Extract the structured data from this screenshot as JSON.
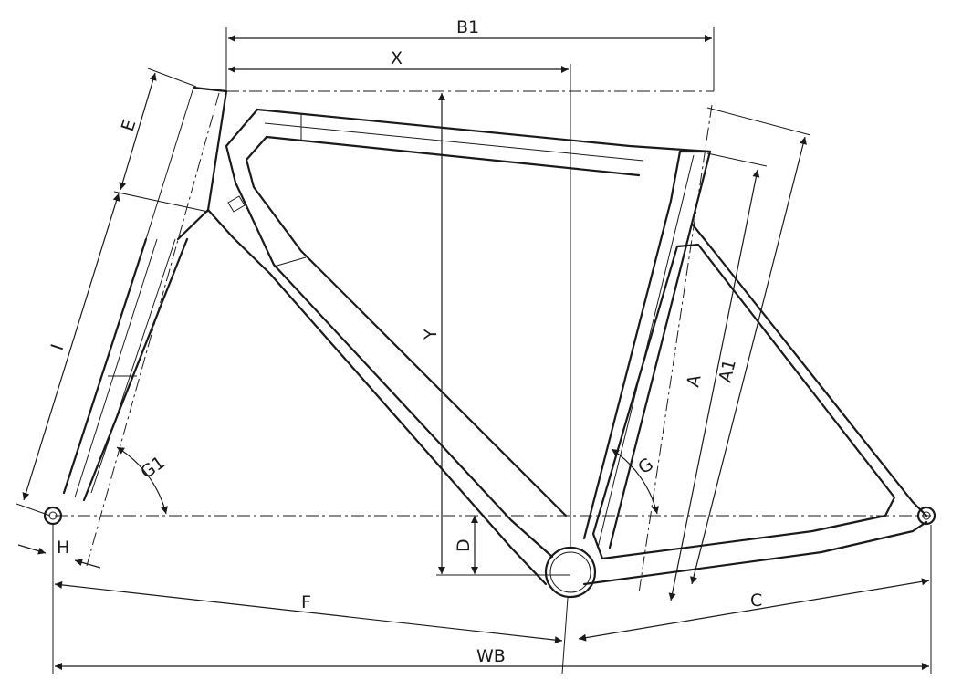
{
  "labels": {
    "b1": "B1",
    "x": "X",
    "y": "Y",
    "e": "E",
    "i": "I",
    "a": "A",
    "a1": "A1",
    "g": "G",
    "g1": "G1",
    "d": "D",
    "h": "H",
    "f": "F",
    "c": "C",
    "wb": "WB"
  }
}
